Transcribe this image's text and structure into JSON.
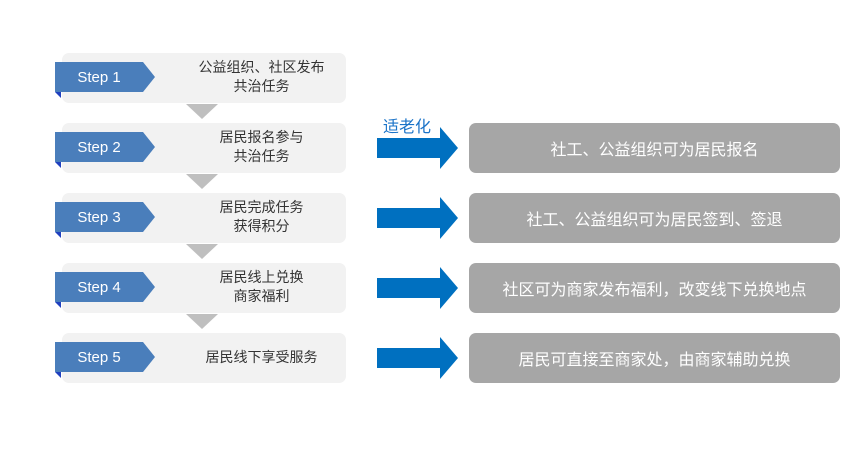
{
  "steps": [
    {
      "label": "Step 1",
      "text": "公益组织、社区发布\n共治任务"
    },
    {
      "label": "Step 2",
      "text": "居民报名参与\n共治任务"
    },
    {
      "label": "Step 3",
      "text": "居民完成任务\n获得积分"
    },
    {
      "label": "Step 4",
      "text": "居民线上兑换\n商家福利"
    },
    {
      "label": "Step 5",
      "text": "居民线下享受服务"
    }
  ],
  "tag": "适老化",
  "results": [
    "社工、公益组织可为居民报名",
    "社工、公益组织可为居民签到、签退",
    "社区可为商家发布福利，改变线下兑换地点",
    "居民可直接至商家处，由商家辅助兑换"
  ],
  "colors": {
    "tab": "#4a7ebb",
    "arrow": "#0070c0",
    "result": "#a6a6a6",
    "connector": "#bfbfbf"
  }
}
